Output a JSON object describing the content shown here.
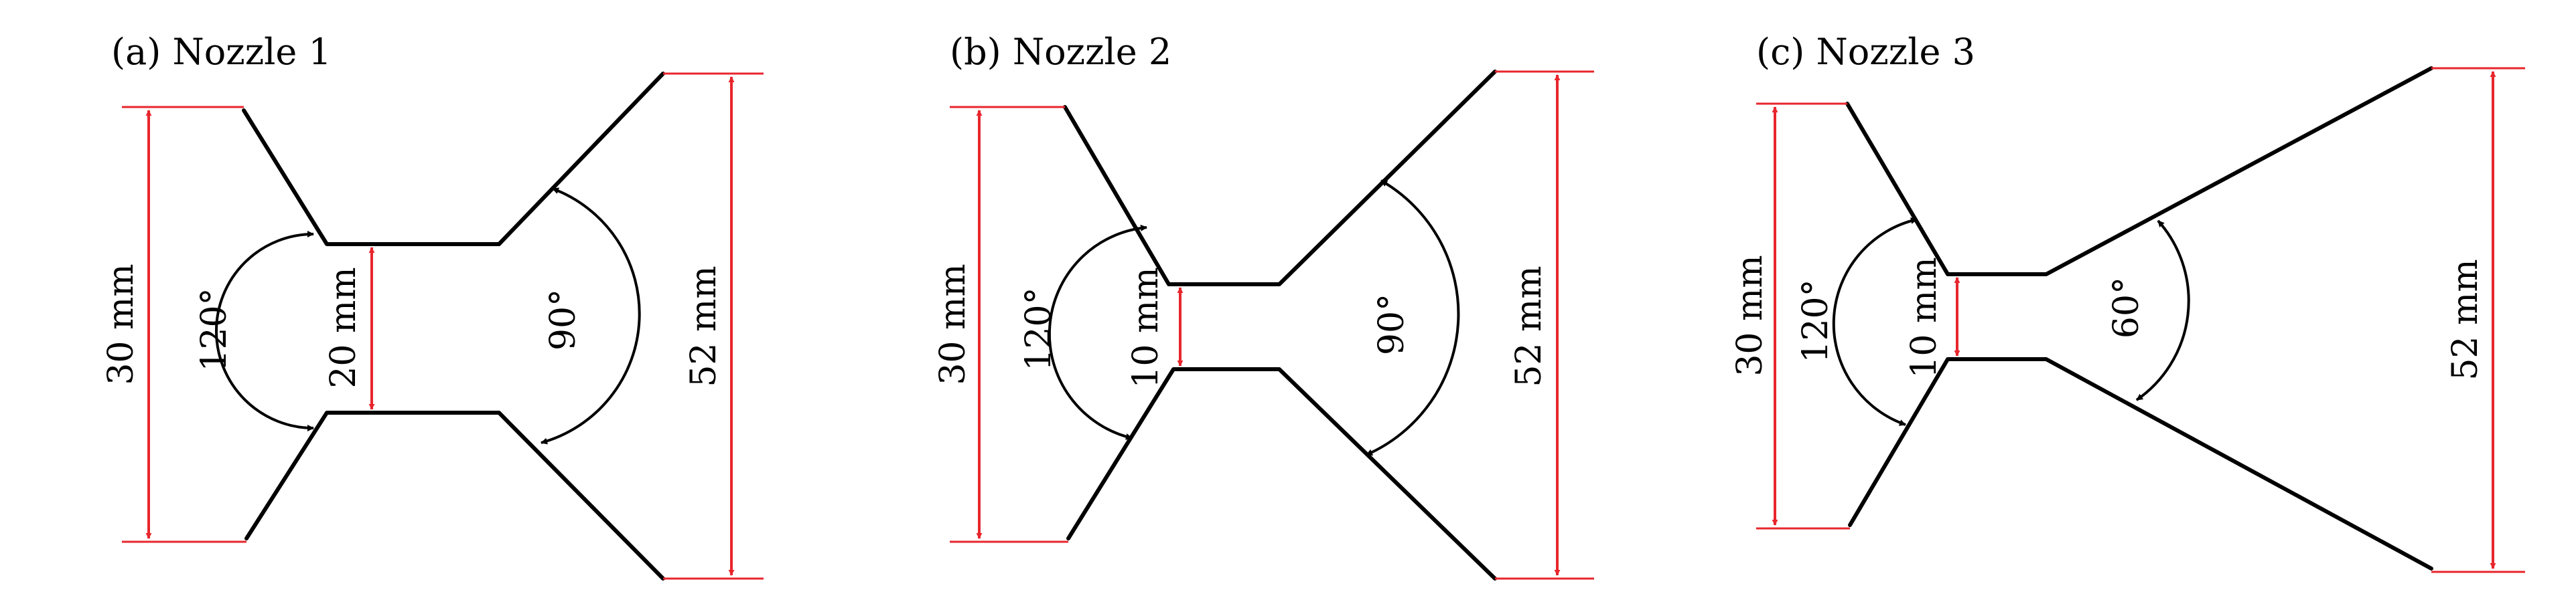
{
  "panels": [
    {
      "title": "(a) Nozzle 1",
      "inlet_height": "30 mm",
      "inlet_angle": "120°",
      "throat_width": "20 mm",
      "outlet_angle": "90°",
      "outlet_height": "52 mm"
    },
    {
      "title": "(b) Nozzle 2",
      "inlet_height": "30 mm",
      "inlet_angle": "120°",
      "throat_width": "10 mm",
      "outlet_angle": "90°",
      "outlet_height": "52 mm"
    },
    {
      "title": "(c) Nozzle 3",
      "inlet_height": "30 mm",
      "inlet_angle": "120°",
      "throat_width": "10 mm",
      "outlet_angle": "60°",
      "outlet_height": "52 mm"
    }
  ],
  "colors": {
    "outline": "#000000",
    "dimension": "#e8262c",
    "background": "#ffffff"
  }
}
